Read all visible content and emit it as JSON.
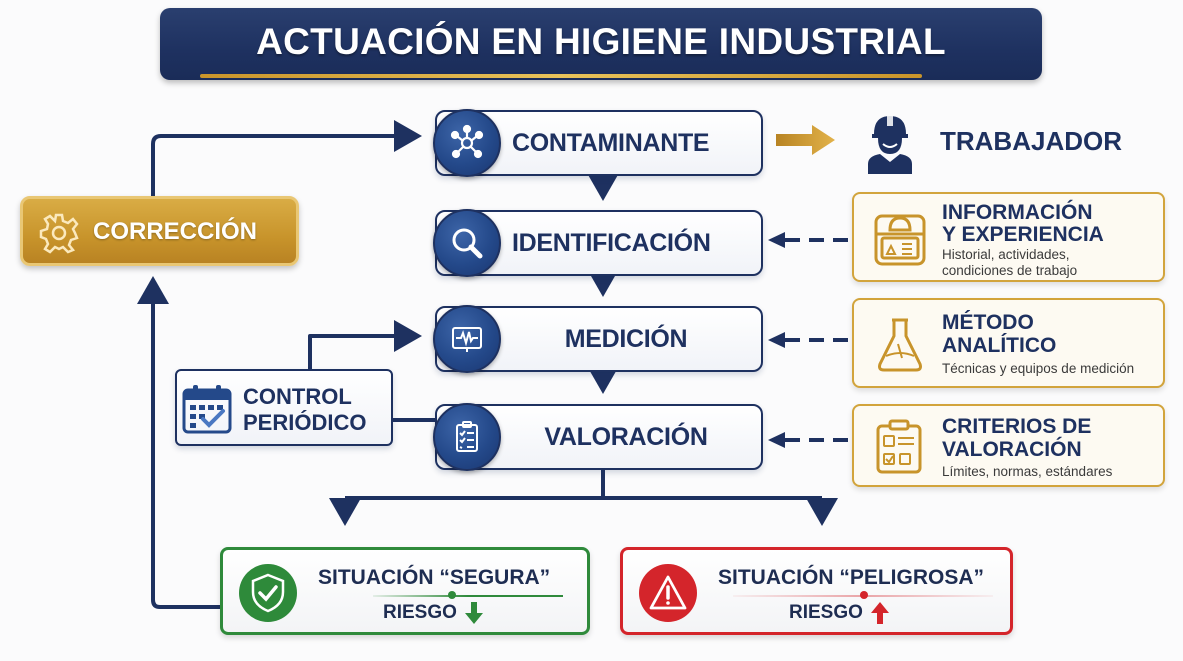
{
  "title": "ACTUACIÓN EN HIGIENE INDUSTRIAL",
  "colors": {
    "navy": "#1e3160",
    "gold": "#c8942b",
    "green": "#2f8a3b",
    "red": "#d4252b",
    "background": "#fbfbfc"
  },
  "steps": [
    {
      "label": "CONTAMINANTE",
      "icon": "molecule-icon"
    },
    {
      "label": "IDENTIFICACIÓN",
      "icon": "magnifier-icon"
    },
    {
      "label": "MEDICIÓN",
      "icon": "monitor-pulse-icon"
    },
    {
      "label": "VALORACIÓN",
      "icon": "clipboard-checklist-icon"
    }
  ],
  "worker": {
    "label": "TRABAJADOR",
    "icon": "worker-helmet-icon"
  },
  "inputs": [
    {
      "title_line1": "INFORMACIÓN",
      "title_line2": "Y EXPERIENCIA",
      "subtitle_line1": "Historial, actividades,",
      "subtitle_line2": "condiciones de trabajo",
      "icon": "worker-record-icon"
    },
    {
      "title_line1": "MÉTODO",
      "title_line2": "ANALÍTICO",
      "subtitle_line1": "Técnicas y equipos de medición",
      "icon": "flask-icon"
    },
    {
      "title_line1": "CRITERIOS DE",
      "title_line2": "VALORACIÓN",
      "subtitle_line1": "Límites, normas, estándares",
      "icon": "clipboard-criteria-icon"
    }
  ],
  "correction": {
    "label": "CORRECCIÓN",
    "icon": "gear-icon"
  },
  "control": {
    "line1": "CONTROL",
    "line2": "PERIÓDICO",
    "icon": "calendar-check-icon"
  },
  "outcomes": {
    "safe": {
      "title": "SITUACIÓN “SEGURA”",
      "risk_label": "RIESGO",
      "risk_direction": "down",
      "icon": "shield-check-icon"
    },
    "danger": {
      "title": "SITUACIÓN “PELIGROSA”",
      "risk_label": "RIESGO",
      "risk_direction": "up",
      "icon": "warning-triangle-icon"
    }
  }
}
